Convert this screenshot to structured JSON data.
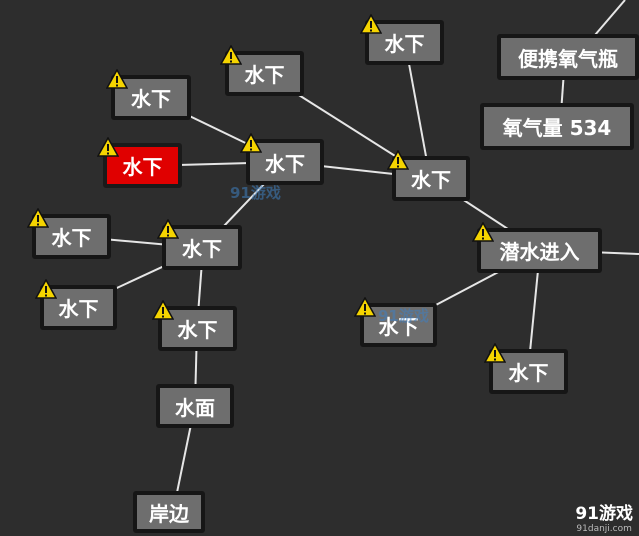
{
  "nodes": {
    "shore": "岸边",
    "water_surface": "水面",
    "underwater": "水下",
    "dive_entry": "潜水进入",
    "portable_oxygen_bottle": "便携氧气瓶",
    "oxygen_amount": "氧气量 534"
  },
  "watermark": {
    "center": "91游戏",
    "corner_brand": "91游戏",
    "corner_url": "91danji.com"
  },
  "colors": {
    "background": "#2d2d2d",
    "node_fill": "#6e6e6e",
    "node_border": "#161616",
    "danger_fill": "#e00000",
    "warning_fill": "#f5d400",
    "edge": "#e6e6e6"
  },
  "icons": {
    "warning": "warning-icon"
  }
}
